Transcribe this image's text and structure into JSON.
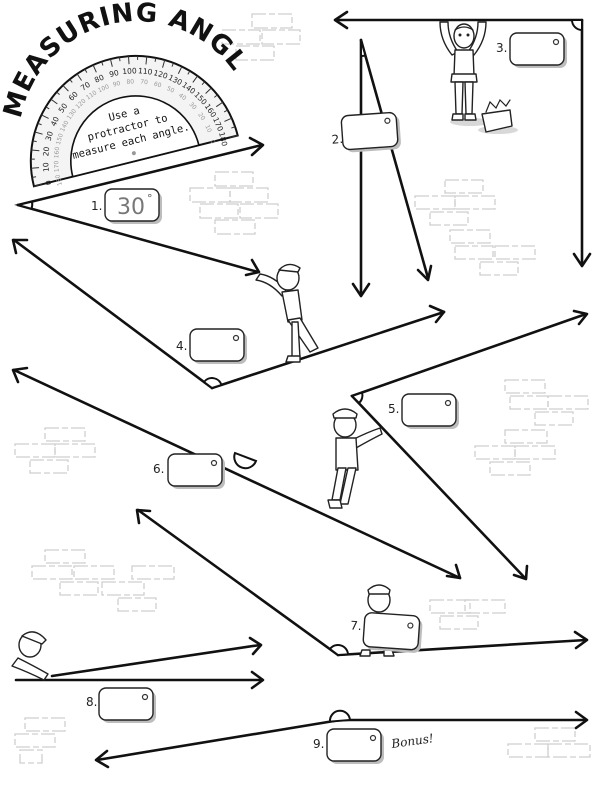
{
  "worksheet": {
    "title": "MEASURING ANGLES",
    "instructions": [
      "Use a",
      "protractor to",
      "measure each angle."
    ],
    "bonus_label": "Bonus!",
    "degree_symbol": "°",
    "protractor": {
      "outer_scale": [
        "0",
        "10",
        "20",
        "30",
        "40",
        "50",
        "60",
        "70",
        "80",
        "90",
        "100",
        "110",
        "120",
        "130",
        "140",
        "150",
        "160",
        "170",
        "180"
      ],
      "inner_scale": [
        "180",
        "170",
        "160",
        "150",
        "140",
        "130",
        "120",
        "110",
        "100",
        "90",
        "80",
        "70",
        "60",
        "50",
        "40",
        "30",
        "20",
        "10",
        "0"
      ]
    },
    "problems": [
      {
        "label": "1.",
        "answer": "30",
        "is_example": true,
        "angle_type": "acute"
      },
      {
        "label": "2.",
        "answer": "",
        "angle_type": "acute"
      },
      {
        "label": "3.",
        "answer": "",
        "angle_type": "right"
      },
      {
        "label": "4.",
        "answer": "",
        "angle_type": "obtuse"
      },
      {
        "label": "5.",
        "answer": "",
        "angle_type": "acute"
      },
      {
        "label": "6.",
        "answer": "",
        "angle_type": "straight"
      },
      {
        "label": "7.",
        "answer": "",
        "angle_type": "obtuse"
      },
      {
        "label": "8.",
        "answer": "",
        "angle_type": "acute"
      },
      {
        "label": "9.",
        "answer": "",
        "angle_type": "reflex-bonus"
      }
    ]
  }
}
